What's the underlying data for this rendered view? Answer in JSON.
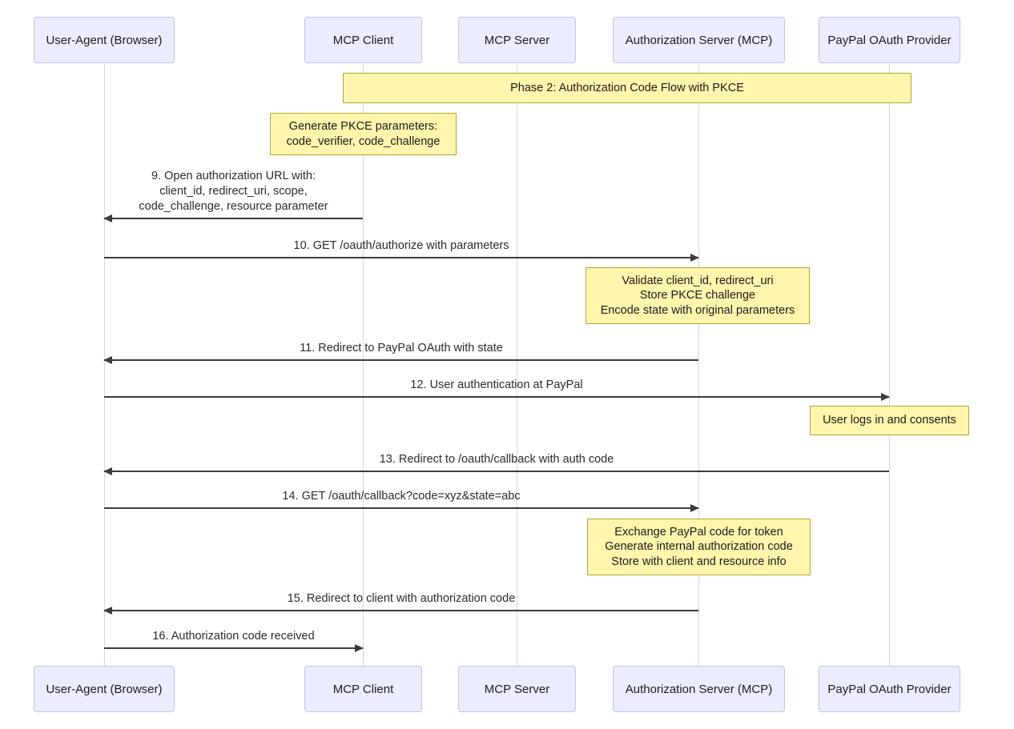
{
  "banner": {
    "text": "Phase 2: Authorization Code Flow with PKCE"
  },
  "actors": [
    {
      "label": "User-Agent (Browser)"
    },
    {
      "label": "MCP Client"
    },
    {
      "label": "MCP Server"
    },
    {
      "label": "Authorization Server (MCP)"
    },
    {
      "label": "PayPal OAuth Provider"
    }
  ],
  "notes": [
    {
      "over": "MCP Client",
      "text": "Generate PKCE parameters:\ncode_verifier, code_challenge"
    },
    {
      "over": "Authorization Server (MCP)",
      "text": "Validate client_id, redirect_uri\nStore PKCE challenge\nEncode state with original parameters"
    },
    {
      "over": "PayPal OAuth Provider",
      "text": "User logs in and consents"
    },
    {
      "over": "Authorization Server (MCP)",
      "text": "Exchange PayPal code for token\nGenerate internal authorization code\nStore with client and resource info"
    }
  ],
  "messages": [
    {
      "from": "MCP Client",
      "to": "User-Agent (Browser)",
      "direction": "left",
      "text": "9. Open authorization URL with:\nclient_id, redirect_uri, scope,\ncode_challenge, resource parameter"
    },
    {
      "from": "User-Agent (Browser)",
      "to": "Authorization Server (MCP)",
      "direction": "right",
      "text": "10. GET /oauth/authorize with parameters"
    },
    {
      "from": "Authorization Server (MCP)",
      "to": "User-Agent (Browser)",
      "direction": "left",
      "text": "11. Redirect to PayPal OAuth with state"
    },
    {
      "from": "User-Agent (Browser)",
      "to": "PayPal OAuth Provider",
      "direction": "right",
      "text": "12. User authentication at PayPal"
    },
    {
      "from": "PayPal OAuth Provider",
      "to": "User-Agent (Browser)",
      "direction": "left",
      "text": "13. Redirect to /oauth/callback with auth code"
    },
    {
      "from": "User-Agent (Browser)",
      "to": "Authorization Server (MCP)",
      "direction": "right",
      "text": "14. GET /oauth/callback?code=xyz&state=abc"
    },
    {
      "from": "Authorization Server (MCP)",
      "to": "User-Agent (Browser)",
      "direction": "left",
      "text": "15. Redirect to client with authorization code"
    },
    {
      "from": "User-Agent (Browser)",
      "to": "MCP Client",
      "direction": "right",
      "text": "16. Authorization code received"
    }
  ],
  "colors": {
    "actor_fill": "#ECECFF",
    "actor_border": "#c2c2e0",
    "note_fill": "#fff5ad",
    "note_border": "#aaaa33",
    "lifeline": "#d5d5ea",
    "arrow": "#3c3c3c"
  }
}
